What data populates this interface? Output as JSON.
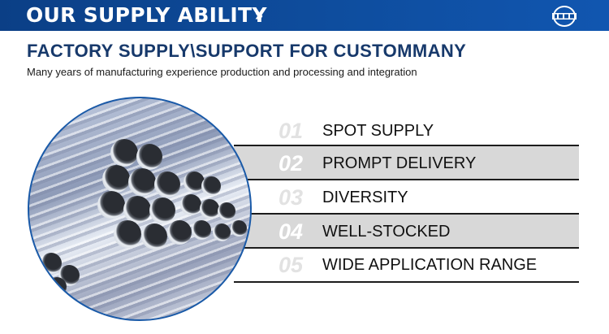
{
  "banner": {
    "title": "OUR SUPPLY ABILITY",
    "arrows": "»",
    "background_color": "#0e4d9e",
    "logo": "company-logo-icon"
  },
  "header": {
    "heading": "FACTORY SUPPLY\\SUPPORT FOR CUSTOMMANY",
    "subheading": "Many years of manufacturing experience production and processing and integration",
    "heading_color": "#17396b"
  },
  "image": {
    "description": "circular photo of stacked galvanized steel pipes",
    "border_color": "#1a5aa8"
  },
  "items": [
    {
      "number": "01",
      "label": "SPOT SUPPLY",
      "highlighted": false
    },
    {
      "number": "02",
      "label": "PROMPT DELIVERY",
      "highlighted": true
    },
    {
      "number": "03",
      "label": "DIVERSITY",
      "highlighted": false
    },
    {
      "number": "04",
      "label": "WELL-STOCKED",
      "highlighted": true
    },
    {
      "number": "05",
      "label": "WIDE APPLICATION RANGE",
      "highlighted": false
    }
  ]
}
